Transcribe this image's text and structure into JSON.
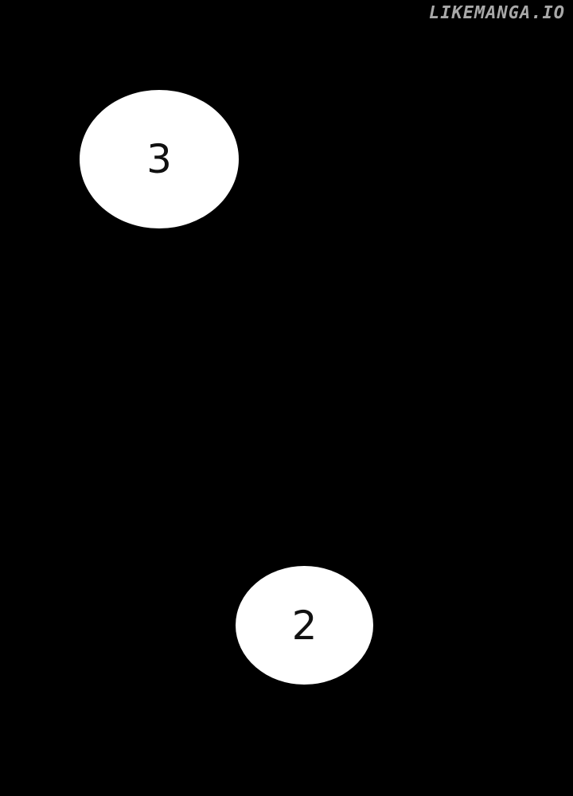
{
  "watermark": "LIKEMANGA.IO",
  "bubbles": [
    {
      "text": "3"
    },
    {
      "text": "2"
    }
  ],
  "colors": {
    "background": "#000000",
    "bubble": "#ffffff",
    "watermark": "#a8a8a8"
  }
}
